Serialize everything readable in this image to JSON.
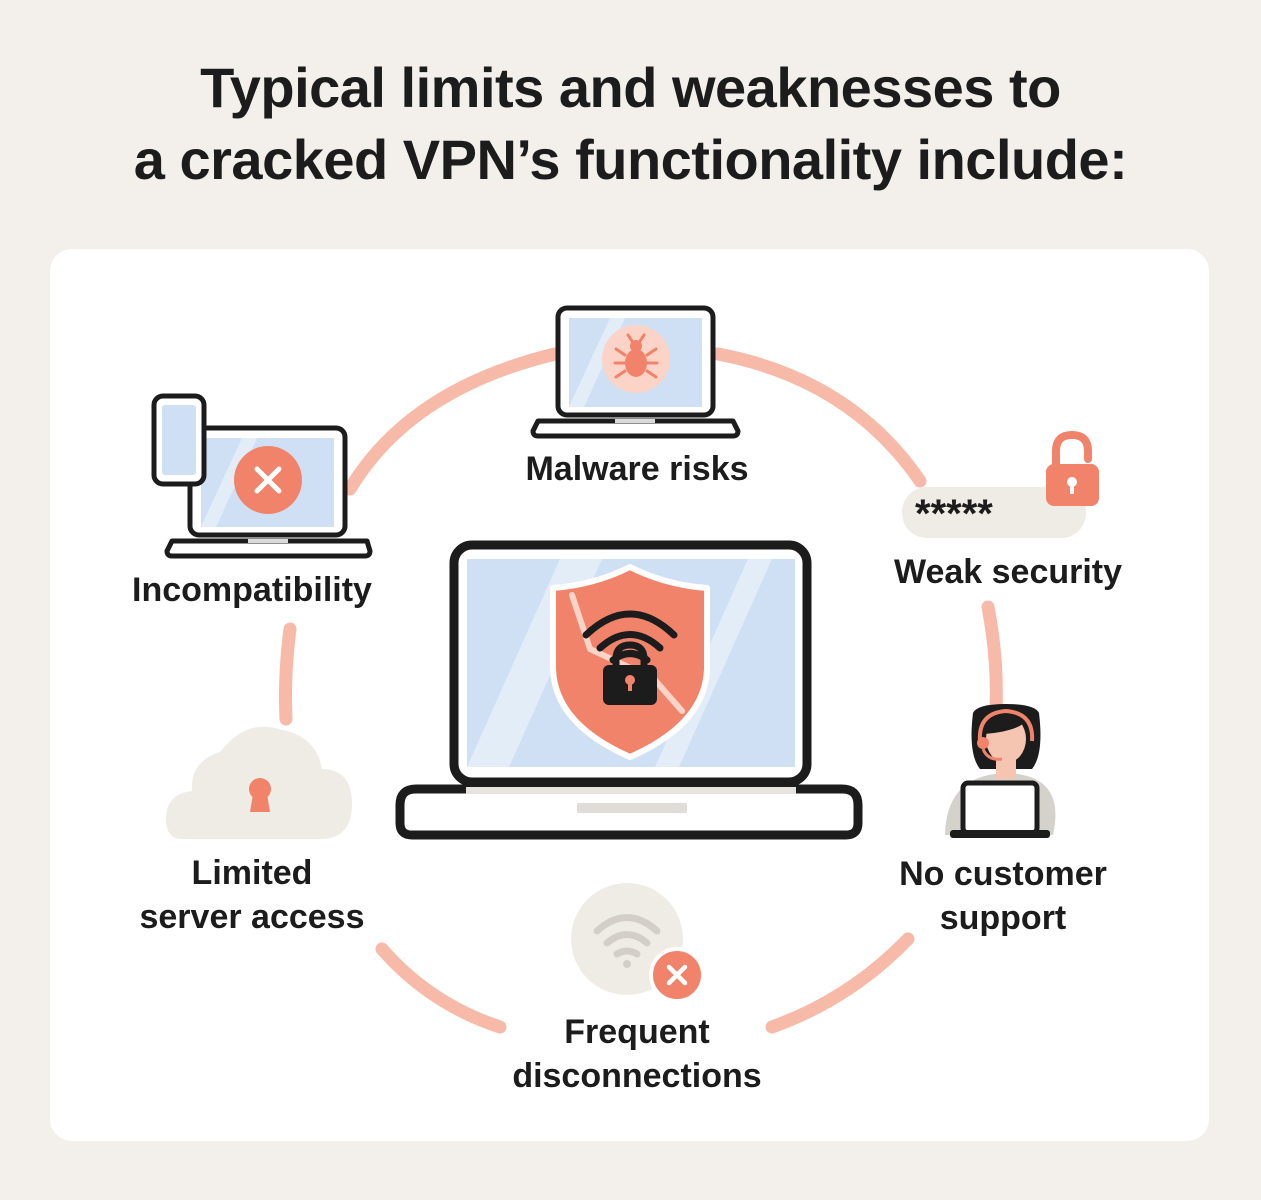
{
  "title": {
    "line1": "Typical limits and weaknesses to",
    "line2": "a cracked VPN’s functionality include:"
  },
  "items": [
    {
      "id": "malware",
      "label_lines": [
        "Malware risks"
      ],
      "icon": "bug-laptop-icon"
    },
    {
      "id": "weak-security",
      "label_lines": [
        "Weak security"
      ],
      "icon": "unlocked-padlock-icon",
      "password_mask": "*****"
    },
    {
      "id": "no-support",
      "label_lines": [
        "No customer",
        "support"
      ],
      "icon": "support-agent-icon"
    },
    {
      "id": "disconnections",
      "label_lines": [
        "Frequent",
        "disconnections"
      ],
      "icon": "wifi-error-icon"
    },
    {
      "id": "server-access",
      "label_lines": [
        "Limited",
        "server access"
      ],
      "icon": "locked-cloud-icon"
    },
    {
      "id": "incompatibility",
      "label_lines": [
        "Incompatibility"
      ],
      "icon": "device-error-icon"
    }
  ],
  "center": {
    "icon": "cracked-vpn-shield-laptop-icon"
  },
  "colors": {
    "background": "#f3f0eb",
    "card": "#ffffff",
    "accent": "#f0836a",
    "ring": "#f7b9a8",
    "screen": "#cfe0f4",
    "outline": "#1c1c1c"
  }
}
